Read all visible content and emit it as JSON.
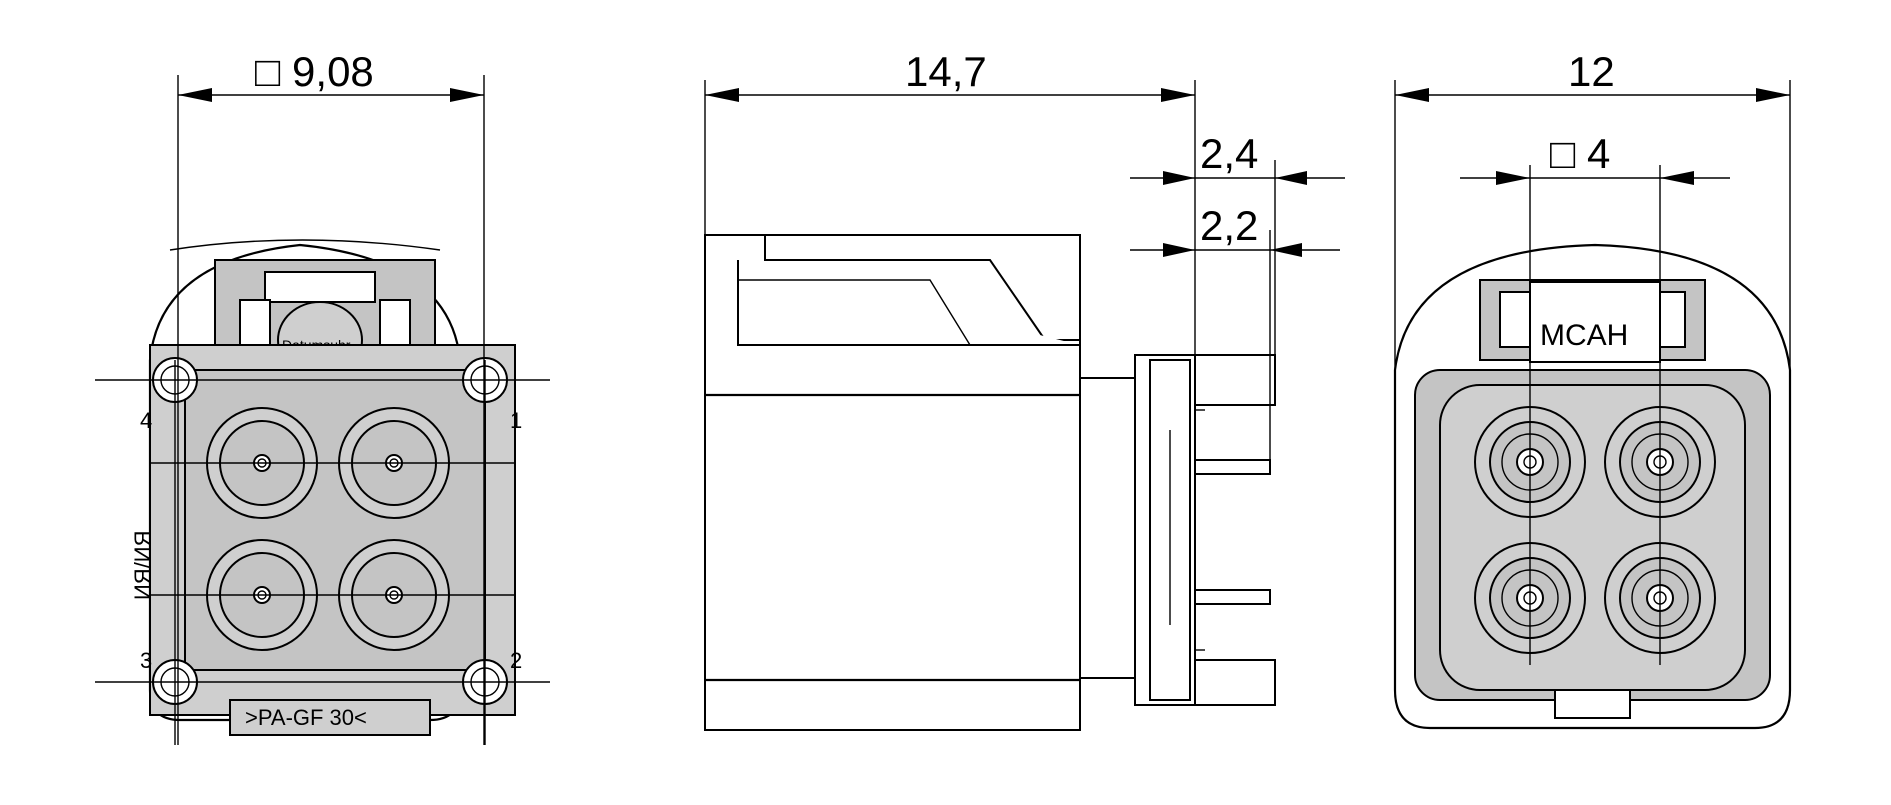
{
  "dimensions": {
    "front_width": "□ 9,08",
    "side_length": "14,7",
    "pin_offset_a": "2,4",
    "pin_offset_b": "2,2",
    "rear_width": "12",
    "rear_square": "□ 4"
  },
  "labels": {
    "date_stamp": "Datumsuhr",
    "part_marking": "MCAH",
    "bottom_marking": ">PA-GF 30<",
    "side_marking": "ИЯ/ИЯ"
  },
  "pin_numbers": [
    "4",
    "1",
    "3",
    "2"
  ]
}
